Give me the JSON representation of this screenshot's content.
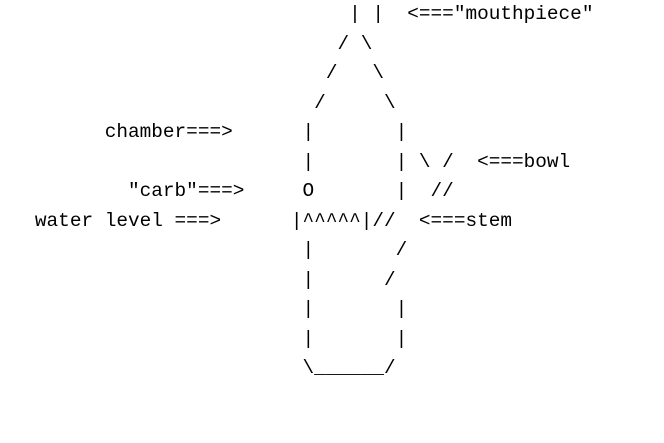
{
  "diagram": {
    "lines": [
      "                              | |  <===\"mouthpiece\"",
      "                             / \\",
      "                            /   \\",
      "                           /     \\",
      "         chamber===>      |       |",
      "                          |       | \\ /  <===bowl",
      "           \"carb\"===>     O       |  //",
      "   water level ===>      |^^^^^|//  <===stem",
      "                          |       /",
      "                          |      /",
      "                          |       |",
      "                          |       |",
      "                          \\______/"
    ]
  }
}
